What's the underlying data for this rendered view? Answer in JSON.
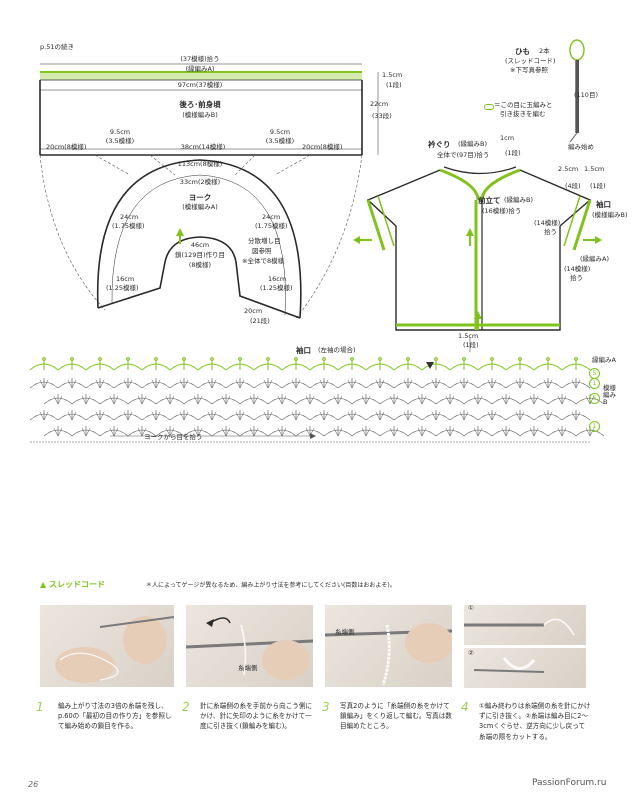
{
  "header": {
    "continued": "p.51の続き"
  },
  "body_diagram": {
    "top_pick": "(37模様)拾う",
    "top_edge": "(縁編みA)",
    "width_37": "97cm(37模様)",
    "right_edge_cm": "1.5cm",
    "right_edge_rows": "(1段)",
    "height_cm": "22cm",
    "height_rows": "(33段)",
    "title": "後ろ･前身頃",
    "title_pattern": "(模様編みB)",
    "left_side": "20cm(8模様)",
    "left_neck": "9.5cm",
    "left_neck_p": "(3.5模様)",
    "center": "38cm(14模様)",
    "right_neck": "9.5cm",
    "right_neck_p": "(3.5模様)",
    "right_side": "20cm(8模様)"
  },
  "yoke": {
    "outer": "113cm(8模様)",
    "inner": "33cm(2模様)",
    "title": "ヨーク",
    "title_pattern": "(模様編みA)",
    "left_24": "24cm",
    "left_24p": "(1.75模様)",
    "right_24": "24cm",
    "right_24p": "(1.75模様)",
    "neck_cm": "46cm",
    "neck_chain": "鎖(129目)作り目",
    "neck_pattern": "(8模様)",
    "note1": "分散増し目",
    "note2": "図参照",
    "note3": "※全体で8模様",
    "left_16": "16cm",
    "left_16p": "(1.25模様)",
    "right_16": "16cm",
    "right_16p": "(1.25模様)",
    "bottom_20": "20cm",
    "bottom_rows": "(21段)"
  },
  "cord": {
    "title": "ひも",
    "count": "2本",
    "type": "(スレッドコード)",
    "note": "※下写真参照",
    "length": "(110目)",
    "start": "編み始め",
    "legend1": "＝この目に玉編みと",
    "legend2": "引き抜きを編む"
  },
  "cardigan": {
    "collar": "衿ぐり",
    "collar_edge": "(縁編みB)",
    "collar_pick": "全体で(97目)拾う",
    "collar_cm": "1cm",
    "collar_rows": "(1段)",
    "front": "前立て",
    "front_edge": "(縁編みB)",
    "front_pick": "(16模様)拾う",
    "cuff_cm1": "2.5cm",
    "cuff_cm2": "1.5cm",
    "cuff_rows1": "(4段)",
    "cuff_rows2": "(1段)",
    "cuff": "袖口",
    "cuff_pattern": "(模様編みB)",
    "cuff_edge": "(縁編みA)",
    "cuff_pick_l": "(14模様)",
    "cuff_pick_l2": "拾う",
    "cuff_pick_r": "(14模様)",
    "cuff_pick_r2": "拾う",
    "bottom_cm": "1.5cm",
    "bottom_rows": "(1段)"
  },
  "chart": {
    "title": "袖口",
    "title_note": "(左袖の場合)",
    "right_edge": "縁編みA",
    "right_pattern": "模様編みB",
    "row5a": "5",
    "row1a": "1",
    "row5b": "5",
    "row1b": "1",
    "pick_label": "ヨークから目を拾う"
  },
  "thread_cord": {
    "title": "スレッドコード",
    "note": "＊人によってゲージが異なるため、編み上がり寸法を参考にしてください(目数はおおよそ)。",
    "steps": [
      {
        "num": "1",
        "text": "編み上がり寸法の3倍の糸端を残し、p.60の「最初の目の作り方」を参照して編み始めの鎖目を作る。"
      },
      {
        "num": "2",
        "text": "針に糸端側の糸を手前から向こう側にかけ、針に矢印のように糸をかけて一度に引き抜く(鎖編みを編む)。",
        "label": "糸端側"
      },
      {
        "num": "3",
        "text": "写真2のように「糸端側の糸をかけて鎖編み」をくり返して編む。写真は数目編めたところ。",
        "label": "糸端側"
      },
      {
        "num": "4",
        "text": "①編み終わりは糸端側の糸を針にかけずに引き抜く。②糸端は編み目に2〜3cmくぐらせ、逆方向に少し戻って糸端の際をカットする。",
        "m1": "①",
        "m2": "②"
      }
    ]
  },
  "footer": {
    "page": "26",
    "watermark": "PassionForum.ru"
  },
  "colors": {
    "green": "#7fc31c",
    "line": "#2a2a2a"
  }
}
